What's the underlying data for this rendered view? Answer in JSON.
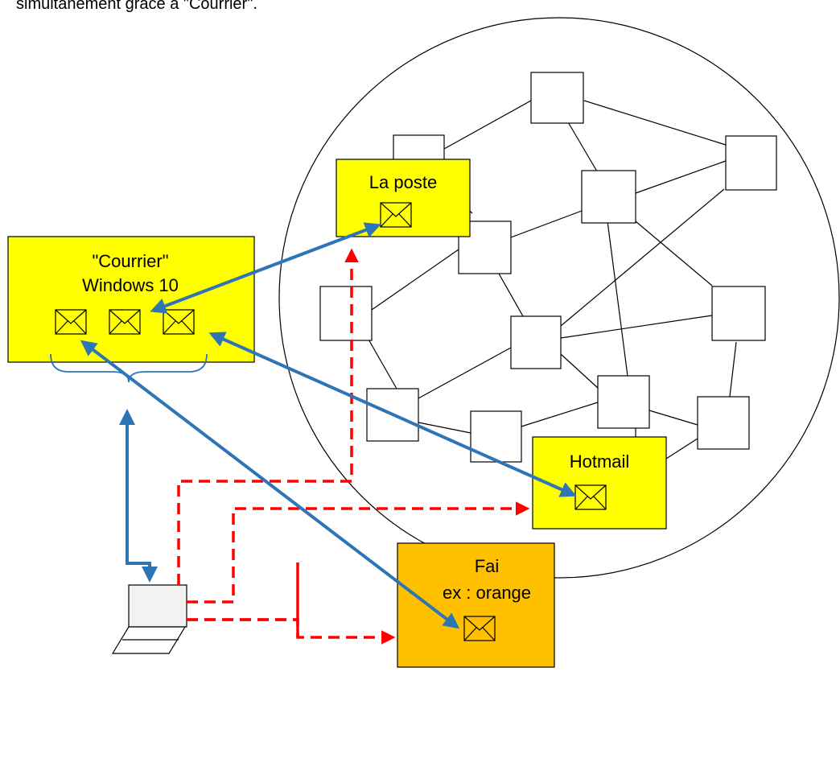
{
  "header": {
    "text": "simultanément grâce à \"Courrier\"."
  },
  "labels": {
    "courrier_line1": "\"Courrier\"",
    "courrier_line2": "Windows 10",
    "laposte": "La poste",
    "hotmail": "Hotmail",
    "fai_line1": "Fai",
    "fai_line2": "ex : orange"
  },
  "colors": {
    "yellow_box": "#ffff00",
    "orange_box": "#ffc000",
    "blue_arrow": "#2e75b6",
    "red_dashed": "#ff0000",
    "lines": "#000000"
  },
  "icons": [
    "envelope-icon",
    "laptop-icon",
    "brace-icon"
  ]
}
